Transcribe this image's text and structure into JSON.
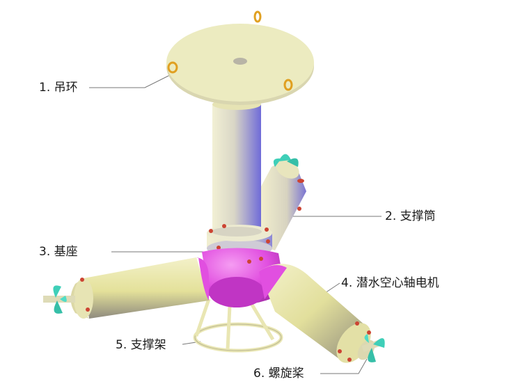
{
  "diagram": {
    "labels": {
      "lifting_ring": "1. 吊环",
      "support_tube": "2. 支撑筒",
      "base": "3. 基座",
      "motor": "4. 潜水空心轴电机",
      "support_frame": "5. 支撑架",
      "propeller": "6. 螺旋桨"
    },
    "colors": {
      "plate": "#ecebc0",
      "tube_light": "#eeeccc",
      "tube_dark": "#6f6bd8",
      "base_magenta": "#e14fe0",
      "motor_yellow": "#e6e39f",
      "bolt_red": "#cc4433",
      "propeller": "#3fcfb8",
      "frame": "#e9e6b3",
      "leader_line": "#777777"
    }
  }
}
